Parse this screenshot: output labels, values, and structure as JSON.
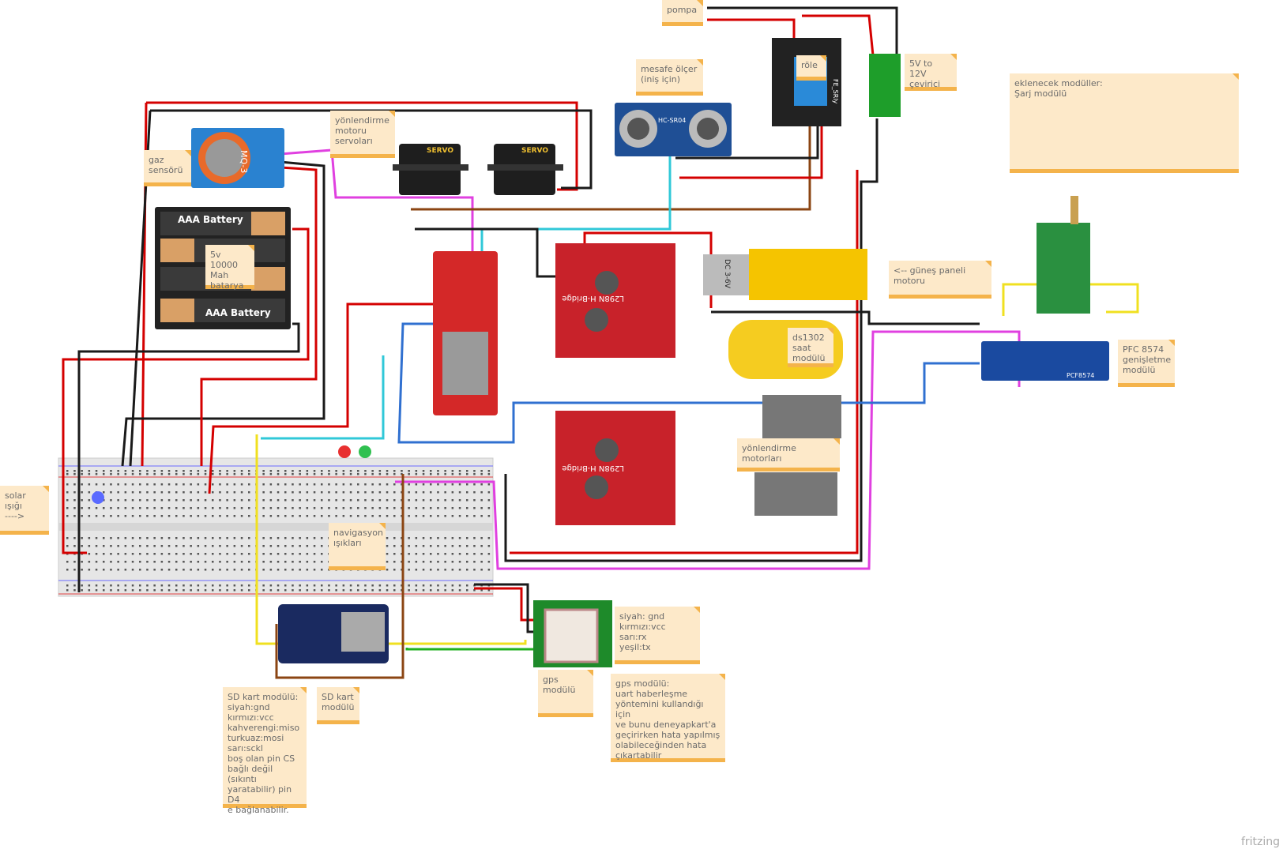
{
  "notes": [
    {
      "text": "pompa"
    },
    {
      "text": "mesafe ölçer\n(iniş için)"
    },
    {
      "text": "röle"
    },
    {
      "text": "5V to 12V\nçevirici"
    },
    {
      "text": "eklenecek modüller:\nŞarj modülü"
    },
    {
      "text": "yönlendirme\nmotoru\nservoları"
    },
    {
      "text": "gaz\nsensörü"
    },
    {
      "text": "5v 10000\nMah\nbatarya"
    },
    {
      "text": "<-- güneş paneli\nmotoru"
    },
    {
      "text": "ds1302\nsaat\nmodülü"
    },
    {
      "text": "PFC 8574\ngenişletme\nmodülü"
    },
    {
      "text": "yönlendirme motorları"
    },
    {
      "text": "solar ışığı\n---->"
    },
    {
      "text": "navigasyon\nışıkları"
    },
    {
      "text": "siyah: gnd\nkırmızı:vcc\nsarı:rx\nyeşil:tx"
    },
    {
      "text": "gps\nmodülü"
    },
    {
      "text": "SD kart modülü:\nsiyah:gnd\nkırmızı:vcc\nkahverengi:miso\nturkuaz:mosi\nsarı:sckl\nboş olan pin CS\nbağlı değil (sıkıntı\nyaratabilir) pin D4\ne bağlanabilir."
    },
    {
      "text": "SD kart\nmodülü"
    },
    {
      "text": "gps modülü:\nuart haberleşme\nyöntemini kullandığı için\nve bunu deneyapkart'a\ngeçirirken hata yapılmış\nolabileceğinden hata\nçıkartabilir"
    }
  ],
  "parts": {
    "ultrasonic": "HC-SR04",
    "servo": "SERVO",
    "battery": "AAA Battery",
    "gas_sensor": "MQ-3",
    "hbridge": "L298N H-Bridge",
    "motor": "DC 3-6V",
    "relay": "FE_SRly",
    "expander": "PCF8574"
  },
  "watermark": "fritzing",
  "colors": {
    "note_bg": "#fde9c9",
    "note_bar": "#f4b34b",
    "wire_red": "#d40000",
    "wire_black": "#1a1a1a",
    "wire_magenta": "#e040e0",
    "wire_cyan": "#30c8d8",
    "wire_yellow": "#f0e020",
    "wire_green": "#20b020",
    "wire_blue": "#3070d0",
    "wire_brown": "#8b4513"
  }
}
